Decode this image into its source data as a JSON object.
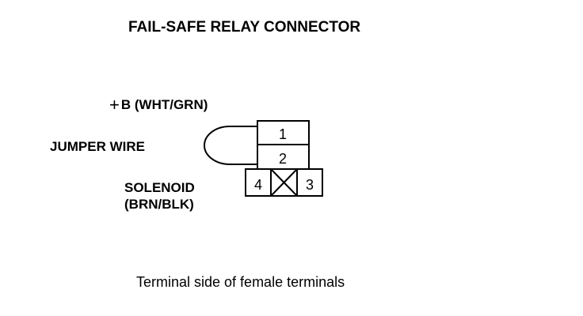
{
  "title": "FAIL-SAFE RELAY CONNECTOR",
  "labels": {
    "b_plus_symbol": "+",
    "b_text": "B (WHT/GRN)",
    "jumper_wire": "JUMPER WIRE",
    "solenoid_line1": "SOLENOID",
    "solenoid_line2": "(BRN/BLK)"
  },
  "pins": {
    "p1": "1",
    "p2": "2",
    "p3": "3",
    "p4": "4"
  },
  "caption": "Terminal side of female terminals"
}
